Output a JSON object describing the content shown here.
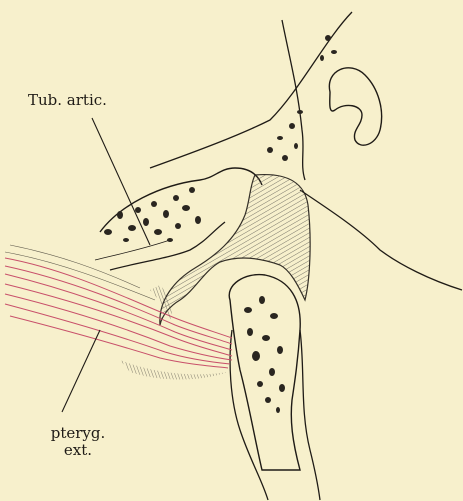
{
  "labels": {
    "tub_artic": "Tub. artic.",
    "pteryg_line1": "pteryg.",
    "pteryg_line2": "ext."
  },
  "colors": {
    "paper": "#f7f0cc",
    "ink": "#1f1b16",
    "muscle": "#c8506a",
    "shading": "#7d7a70"
  }
}
